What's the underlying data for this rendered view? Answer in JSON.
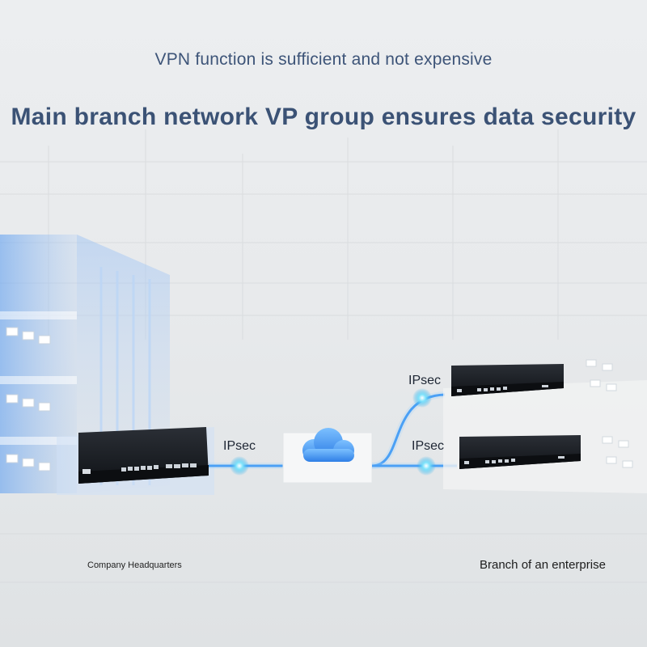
{
  "header": {
    "subtitle": "VPN function is sufficient and not expensive",
    "title": "Main branch network VP group ensures data security"
  },
  "diagram": {
    "links": [
      {
        "label": "IPsec"
      },
      {
        "label": "IPsec"
      },
      {
        "label": "IPsec"
      }
    ],
    "nodes": {
      "headquarters": {
        "caption": "Company Headquarters",
        "device": "router-icon"
      },
      "cloud": {
        "device": "cloud-icon"
      },
      "branch": {
        "caption": "Branch of an enterprise",
        "device": "router-icon"
      }
    }
  },
  "colors": {
    "title": "#3b5275",
    "link_line": "#2f8ff2",
    "node_glow": "#5fd2f7",
    "building_glow": "#7fb4f2",
    "device_body": "#1a1d22"
  }
}
